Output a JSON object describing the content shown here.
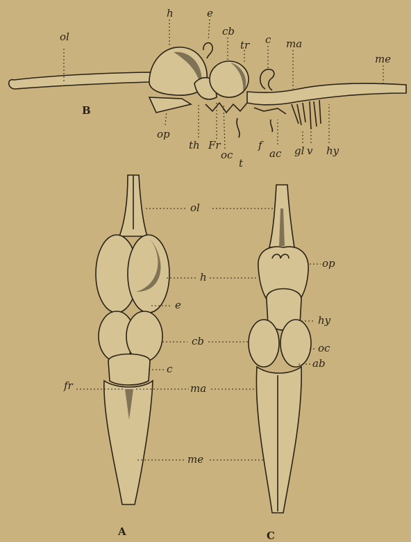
{
  "figures": {
    "a": "A",
    "b": "B",
    "c": "C"
  },
  "fig_b_labels": {
    "ol": "ol",
    "h": "h",
    "e": "e",
    "cb": "cb",
    "tr": "tr",
    "c": "c",
    "ma": "ma",
    "me": "me",
    "op": "op",
    "th": "th",
    "fr": "Fr",
    "oc": "oc",
    "t": "t",
    "f": "f",
    "ac": "ac",
    "gl": "gl",
    "v": "v",
    "hy": "hy"
  },
  "fig_a_labels": {
    "fr": "fr"
  },
  "middle_labels": {
    "ol": "ol",
    "h": "h",
    "e": "e",
    "cb": "cb",
    "c": "c",
    "ma": "ma",
    "me": "me"
  },
  "fig_c_labels": {
    "op": "op",
    "hy": "hy",
    "oc": "oc",
    "ab": "ab"
  },
  "colors": {
    "paper": "#c9b27e",
    "ink": "#2a2216"
  }
}
